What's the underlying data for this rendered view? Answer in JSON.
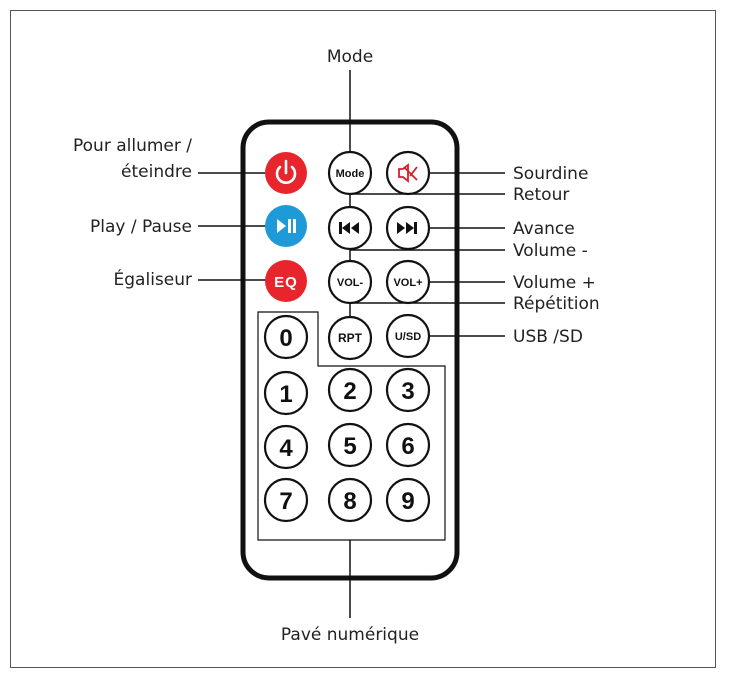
{
  "labels": {
    "mode": "Mode",
    "power_line1": "Pour allumer /",
    "power_line2": "éteindre",
    "play_pause": "Play / Pause",
    "equalizer": "Égaliseur",
    "mute": "Sourdine",
    "back": "Retour",
    "forward": "Avance",
    "vol_down": "Volume -",
    "vol_up": "Volume +",
    "repeat": "Répétition",
    "usb_sd": "USB /SD",
    "keypad": "Pavé numérique"
  },
  "buttons": {
    "mode": "Mode",
    "eq": "EQ",
    "vol_down": "VOL-",
    "vol_up": "VOL+",
    "repeat": "RPT",
    "usb_sd": "U/SD",
    "digits": [
      "0",
      "1",
      "2",
      "3",
      "4",
      "5",
      "6",
      "7",
      "8",
      "9"
    ]
  },
  "colors": {
    "power": "#e8242c",
    "play_pause": "#1e9ad8",
    "eq": "#e8242c"
  },
  "icons": {
    "power": "power-icon",
    "mute": "speaker-mute-icon",
    "play_pause": "play-pause-icon",
    "back": "previous-track-icon",
    "forward": "next-track-icon"
  }
}
